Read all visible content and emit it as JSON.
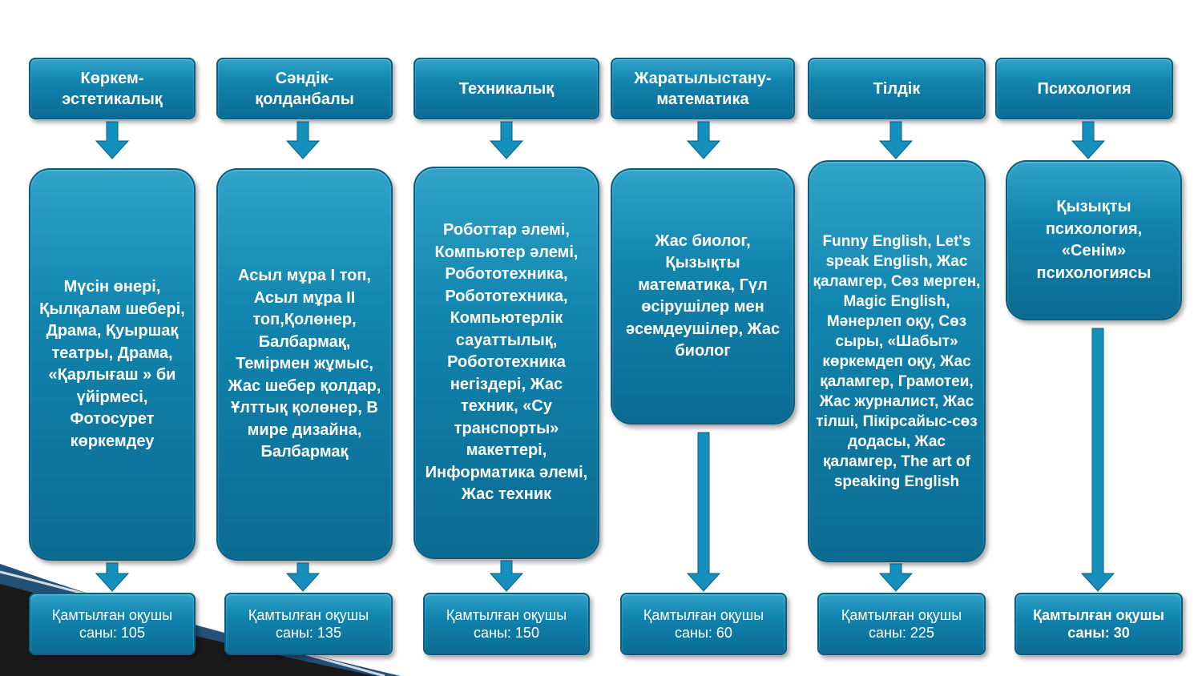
{
  "columns": [
    {
      "header": "Көркем-\nэстетикалық",
      "body": "Мүсін өнері, Қылқалам шебері, Драма, Қуыршақ театры, Драма, «Қарлығаш » би үйірмесі, Фотосурет көркемдеу",
      "footer": "Қамтылған оқушы\nсаны: 105"
    },
    {
      "header": "Сәндік-\nқолданбалы",
      "body": "Асыл мұра I топ, Асыл мұра II топ,Қолөнер, Балбармақ, Темірмен жұмыс, Жас шебер қолдар, Ұлттық қолөнер, В мире дизайна, Балбармақ",
      "footer": "Қамтылған оқушы\nсаны: 135"
    },
    {
      "header": "Техникалық",
      "body": "Роботтар әлемі, Компьютер әлемі, Робототехника, Робототехника, Компьютерлік сауаттылық, Робототехника негіздері, Жас техник, «Су транспорты» макеттері, Информатика әлемі, Жас техник",
      "footer": "Қамтылған оқушы\nсаны: 150"
    },
    {
      "header": "Жаратылыстану-\nматематика",
      "body": "Жас биолог, Қызықты математика, Гүл өсірушілер мен әсемдеушілер, Жас биолог",
      "footer": "Қамтылған оқушы\nсаны: 60"
    },
    {
      "header": "Тілдік",
      "body": "Funny English, Let's speak English, Жас қаламгер, Сөз мерген, Magic English, Мәнерлеп оқу, Сөз сыры, «Шабыт» көркемдеп оқу, Жас қаламгер, Грамотеи, Жас журналист, Жас тілші, Пікірсайыс-сөз додасы,  Жас қаламгер,  The art of speaking English",
      "footer": "Қамтылған оқушы\nсаны: 225"
    },
    {
      "header": "Психология",
      "body": "Қызықты психология, «Сенім» психологиясы",
      "footer": "Қамтылған оқушы\nсаны: 30"
    }
  ],
  "colors": {
    "box_top": "#2fa3c8",
    "box_mid": "#1184ae",
    "box_bottom": "#0b6b92",
    "arrow": "#1590bd",
    "text": "#ffffff"
  }
}
